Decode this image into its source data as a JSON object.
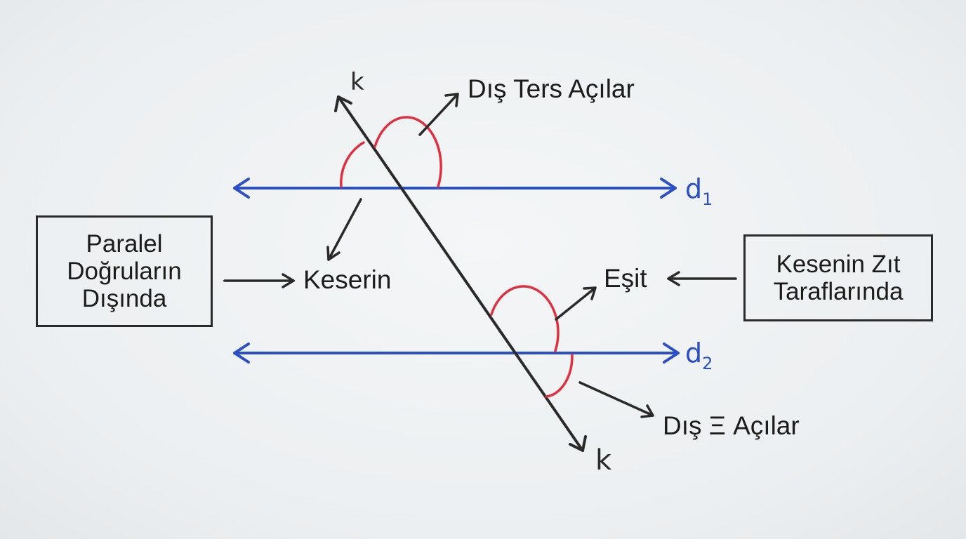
{
  "labels": {
    "top_angle": "Dış Ters Açılar",
    "bottom_angle": "Dış Ξ Açılar",
    "middle": "Keserin",
    "equal": "Eşit"
  },
  "boxes": {
    "left": [
      "Paralel",
      "Doğruların",
      "Dışında"
    ],
    "right": [
      "Kesenin Zıt",
      "Taraflarında"
    ]
  },
  "lines": {
    "d1_letter": "d",
    "d1_index": "1",
    "d2_letter": "d",
    "d2_index": "2",
    "transversal_top": "k",
    "transversal_bottom": "k"
  },
  "colors": {
    "parallel": "#2a4fc7",
    "angle": "#e0303f",
    "ink": "#2a2a2a"
  }
}
